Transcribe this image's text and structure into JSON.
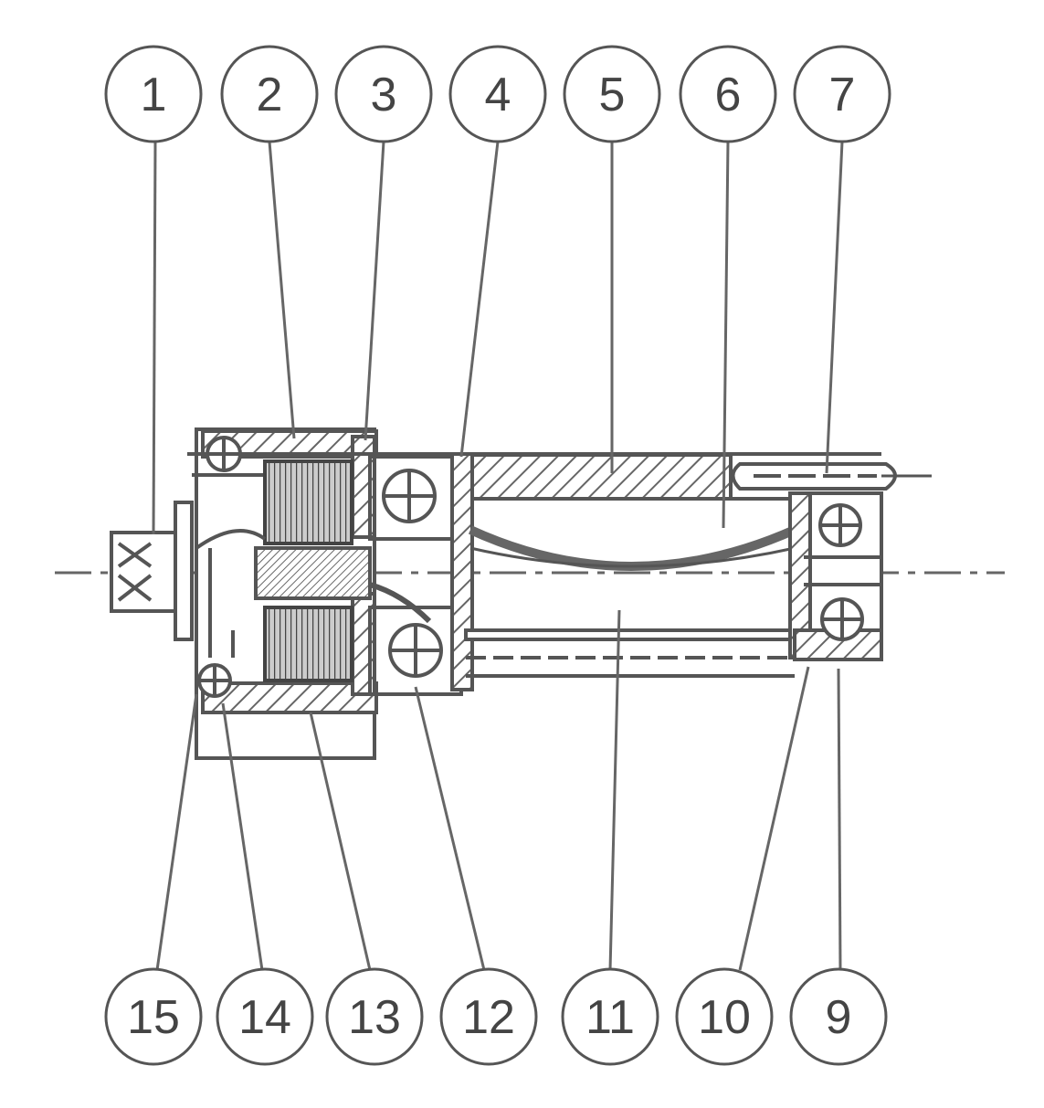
{
  "callouts": {
    "top": [
      {
        "label": "1"
      },
      {
        "label": "2"
      },
      {
        "label": "3"
      },
      {
        "label": "4"
      },
      {
        "label": "5"
      },
      {
        "label": "6"
      },
      {
        "label": "7"
      }
    ],
    "bottom": [
      {
        "label": "15"
      },
      {
        "label": "14"
      },
      {
        "label": "13"
      },
      {
        "label": "12"
      },
      {
        "label": "11"
      },
      {
        "label": "10"
      },
      {
        "label": "9"
      }
    ]
  },
  "colors": {
    "ink": "#555555",
    "hatch": "#666666",
    "paper": "#ffffff"
  }
}
